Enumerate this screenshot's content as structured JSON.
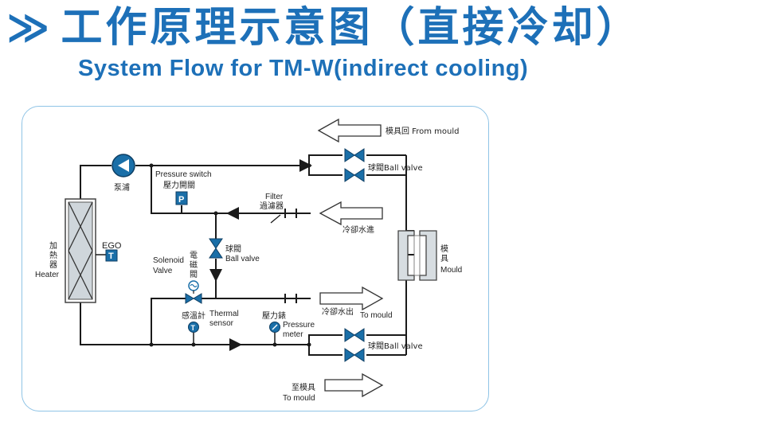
{
  "header": {
    "chevron": "≫",
    "title_cn": "工作原理示意图（直接冷却）",
    "title_en": "System Flow for TM-W(indirect cooling)"
  },
  "colors": {
    "accent": "#1d70b8",
    "panel_border": "#8fc4e6",
    "valve": "#1a6fa8",
    "component": "#1a6fa8"
  },
  "labels": {
    "from_mould": "模具回 From mould",
    "ball_valve_top": "球閥Ball valve",
    "pressure_switch_en": "Pressure switch",
    "pressure_switch_cn": "壓力開關",
    "pressure_switch_letter": "P",
    "pump_cn": "泵浦",
    "filter_en": "Filter",
    "filter_cn": "過濾器",
    "cooling_in": "冷卻水進",
    "ego": "EGO",
    "ego_letter": "T",
    "heater_cn_1": "加",
    "heater_cn_2": "熱",
    "heater_cn_3": "器",
    "heater_en": "Heater",
    "ball_valve_mid_cn": "球閥",
    "ball_valve_mid_en": "Ball valve",
    "solenoid_en_1": "Solenoid",
    "solenoid_en_2": "Valve",
    "solenoid_cn_1": "電",
    "solenoid_cn_2": "磁",
    "solenoid_cn_3": "閥",
    "mould_cn_1": "模",
    "mould_cn_2": "具",
    "mould_en": "Mould",
    "cooling_out": "冷卻水出",
    "to_mould_right": "To mould",
    "thermal_en_1": "Thermal",
    "thermal_en_2": "sensor",
    "thermal_cn": "感溫計",
    "thermal_letter": "T",
    "pressure_meter_cn": "壓力錶",
    "pressure_meter_en_1": "Pressure",
    "pressure_meter_en_2": "meter",
    "ball_valve_bottom": "球閥Ball valve",
    "to_mould_cn": "至模具",
    "to_mould_en": "To mould"
  }
}
